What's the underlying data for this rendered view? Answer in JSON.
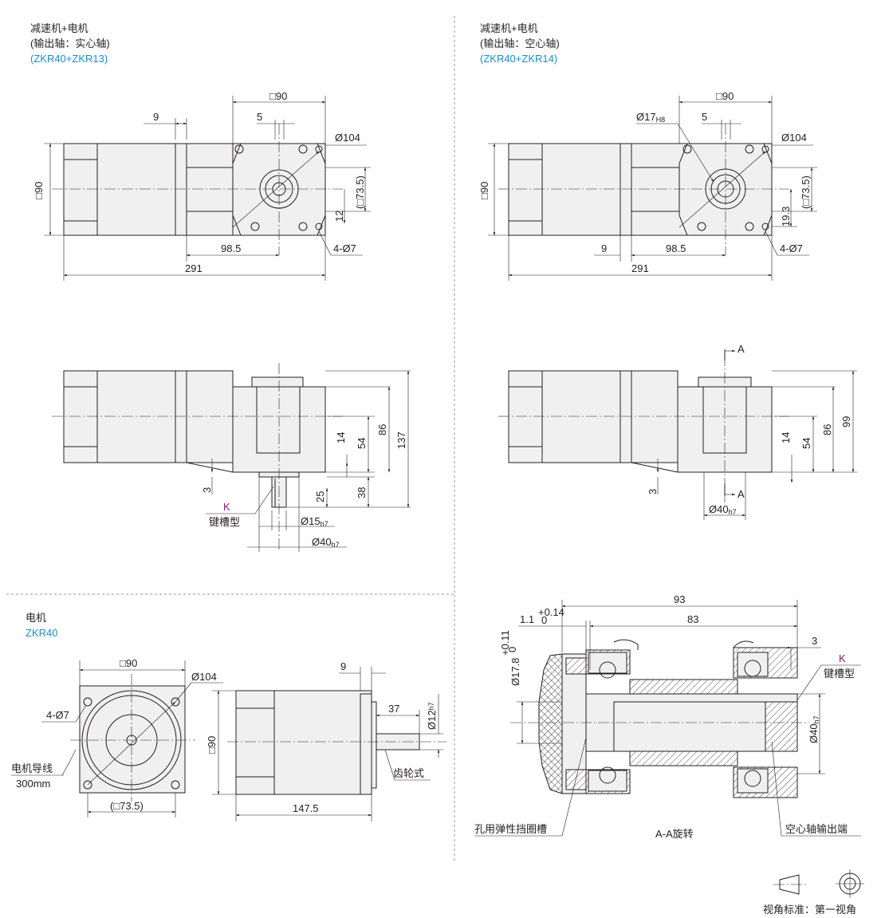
{
  "top_left": {
    "title": "减速机+电机",
    "subtitle": "(输出轴：实心轴)",
    "model": "(ZKR40+ZKR13)",
    "dims": {
      "sq90_top": "□90",
      "d9": "9",
      "d5": "5",
      "phi104": "Ø104",
      "sq90_side": "□90",
      "sq73_5": "(□73.5)",
      "d12": "12",
      "d98_5": "98.5",
      "holes": "4-Ø7",
      "d291": "291"
    },
    "side": {
      "d14": "14",
      "d54": "54",
      "d86": "86",
      "d137": "137",
      "d3": "3",
      "d25": "25",
      "d38": "38",
      "k": "K",
      "keyway": "键槽型",
      "phi15": "Ø15",
      "phi15_tol": "h7",
      "phi40": "Ø40",
      "phi40_tol": "h7"
    }
  },
  "top_right": {
    "title": "减速机+电机",
    "subtitle": "(输出轴：空心轴)",
    "model": "(ZKR40+ZKR14)",
    "dims": {
      "sq90_top": "□90",
      "phi17": "Ø17",
      "phi17_tol": "H8",
      "d5": "5",
      "phi104": "Ø104",
      "sq90_side": "□90",
      "sq73_5": "(□73.5)",
      "d19_3": "19.3",
      "d9": "9",
      "d98_5": "98.5",
      "holes": "4-Ø7",
      "d291": "291"
    },
    "side": {
      "sectionA_top": "A",
      "sectionA_bottom": "A",
      "d14": "14",
      "d54": "54",
      "d86": "86",
      "d99": "99",
      "d3": "3",
      "phi40": "Ø40",
      "phi40_tol": "h7"
    }
  },
  "bottom_left": {
    "title": "电机",
    "model": "ZKR40",
    "front": {
      "sq90": "□90",
      "phi104": "Ø104",
      "holes": "4-Ø7",
      "lead": "电机导线",
      "lead_len": "300mm",
      "sq73_5": "(□73.5)"
    },
    "side": {
      "d9": "9",
      "d37": "37",
      "phi12": "Ø12",
      "phi12_tol": "h7",
      "sq90": "□90",
      "gear": "齿轮式",
      "d147_5": "147.5"
    }
  },
  "bottom_right": {
    "section": {
      "d93": "93",
      "d83": "83",
      "d1_1": "1.1",
      "d1_1_tol_upper": "+0.14",
      "d1_1_tol_lower": "0",
      "d3": "3",
      "k": "K",
      "keyway": "键槽型",
      "phi17_8": "Ø17.8",
      "phi17_8_tol_upper": "+0.11",
      "phi17_8_tol_lower": "0",
      "phi40": "Ø40",
      "phi40_tol": "h7",
      "retaining_groove": "孔用弹性挡圈槽",
      "title": "A-A旋转",
      "hollow_end": "空心轴输出端"
    }
  },
  "view_standard": {
    "label": "视角标准：第一视角"
  }
}
